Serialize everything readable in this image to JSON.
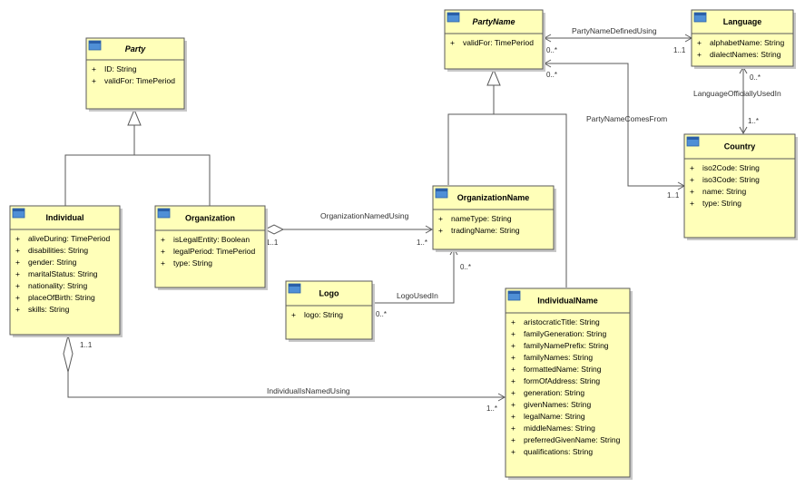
{
  "classes": {
    "party": {
      "name": "Party",
      "abstract": true,
      "attributes": [
        {
          "visibility": "+",
          "text": "ID: String"
        },
        {
          "visibility": "+",
          "text": "validFor: TimePeriod"
        }
      ]
    },
    "party_name": {
      "name": "PartyName",
      "abstract": true,
      "attributes": [
        {
          "visibility": "+",
          "text": "validFor: TimePeriod"
        }
      ]
    },
    "language": {
      "name": "Language",
      "abstract": false,
      "attributes": [
        {
          "visibility": "+",
          "text": "alphabetName: String"
        },
        {
          "visibility": "+",
          "text": "dialectNames: String"
        }
      ]
    },
    "country": {
      "name": "Country",
      "abstract": false,
      "attributes": [
        {
          "visibility": "+",
          "text": "iso2Code: String"
        },
        {
          "visibility": "+",
          "text": "iso3Code: String"
        },
        {
          "visibility": "+",
          "text": "name: String"
        },
        {
          "visibility": "+",
          "text": "type: String"
        }
      ]
    },
    "individual": {
      "name": "Individual",
      "abstract": false,
      "attributes": [
        {
          "visibility": "+",
          "text": "aliveDuring: TimePeriod"
        },
        {
          "visibility": "+",
          "text": "disabilities: String"
        },
        {
          "visibility": "+",
          "text": "gender: String"
        },
        {
          "visibility": "+",
          "text": "maritalStatus: String"
        },
        {
          "visibility": "+",
          "text": "nationality: String"
        },
        {
          "visibility": "+",
          "text": "placeOfBirth: String"
        },
        {
          "visibility": "+",
          "text": "skills: String"
        }
      ]
    },
    "organization": {
      "name": "Organization",
      "abstract": false,
      "attributes": [
        {
          "visibility": "+",
          "text": "isLegalEntity: Boolean"
        },
        {
          "visibility": "+",
          "text": "legalPeriod: TimePeriod"
        },
        {
          "visibility": "+",
          "text": "type: String"
        }
      ]
    },
    "organization_name": {
      "name": "OrganizationName",
      "abstract": false,
      "attributes": [
        {
          "visibility": "+",
          "text": "nameType: String"
        },
        {
          "visibility": "+",
          "text": "tradingName: String"
        }
      ]
    },
    "logo": {
      "name": "Logo",
      "abstract": false,
      "attributes": [
        {
          "visibility": "+",
          "text": "logo: String"
        }
      ]
    },
    "individual_name": {
      "name": "IndividualName",
      "abstract": false,
      "attributes": [
        {
          "visibility": "+",
          "text": "aristocraticTitle: String"
        },
        {
          "visibility": "+",
          "text": "familyGeneration: String"
        },
        {
          "visibility": "+",
          "text": "familyNamePrefix: String"
        },
        {
          "visibility": "+",
          "text": "familyNames: String"
        },
        {
          "visibility": "+",
          "text": "formattedName: String"
        },
        {
          "visibility": "+",
          "text": "formOfAddress: String"
        },
        {
          "visibility": "+",
          "text": "generation: String"
        },
        {
          "visibility": "+",
          "text": "givenNames: String"
        },
        {
          "visibility": "+",
          "text": "legalName: String"
        },
        {
          "visibility": "+",
          "text": "middleNames: String"
        },
        {
          "visibility": "+",
          "text": "preferredGivenName: String"
        },
        {
          "visibility": "+",
          "text": "qualifications: String"
        }
      ]
    }
  },
  "associations": {
    "party_name_defined_using": {
      "label": "PartyNameDefinedUsing",
      "source_mult": "0..*",
      "target_mult": "1..1"
    },
    "party_name_comes_from": {
      "label": "PartyNameComesFrom",
      "source_mult": "0..*",
      "target_mult": "1..1"
    },
    "language_officially_used_in": {
      "label": "LanguageOfficiallyUsedIn",
      "source_mult": "0..*",
      "target_mult": "1..*"
    },
    "organization_named_using": {
      "label": "OrganizationNamedUsing",
      "source_mult": "1..1",
      "target_mult": "1..*"
    },
    "logo_used_in": {
      "label": "LogoUsedIn",
      "source_mult": "0..*",
      "target_mult": "0..*"
    },
    "individual_is_named_using": {
      "label": "IndividualIsNamedUsing",
      "source_mult": "1..1",
      "target_mult": "1..*"
    }
  },
  "colors": {
    "class_fill": "#ffffb9",
    "border": "#5a5a5a",
    "icon_fill": "#4f8fd6",
    "icon_bar": "#2a5fa8"
  }
}
